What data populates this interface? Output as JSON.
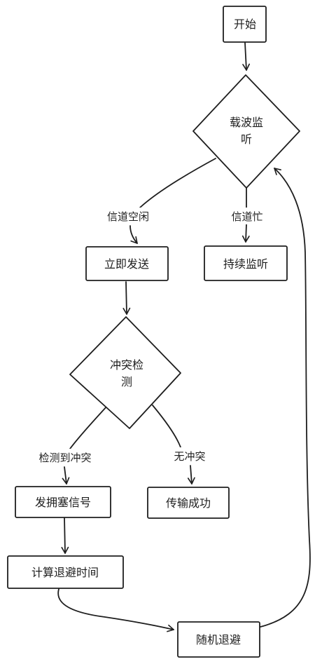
{
  "diagram": {
    "nodes": {
      "start": "开始",
      "carrier_sense": [
        "载波监",
        "听"
      ],
      "send_now": "立即发送",
      "keep_listening": "持续监听",
      "collision_detect": [
        "冲突检",
        "测"
      ],
      "send_jam": "发拥塞信号",
      "send_success": "传输成功",
      "calc_backoff": "计算退避时间",
      "random_backoff": "随机退避"
    },
    "edges": {
      "channel_idle": "信道空闲",
      "channel_busy": "信道忙",
      "collision_detected": "检测到冲突",
      "no_collision": "无冲突"
    }
  }
}
